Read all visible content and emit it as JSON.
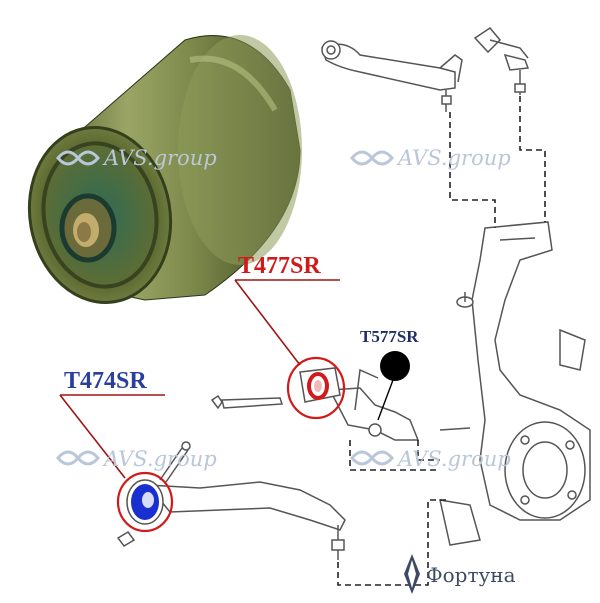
{
  "callouts": {
    "t477": {
      "text": "T477SR",
      "color": "#d11a1a"
    },
    "t474": {
      "text": "T474SR",
      "color": "#2a3f9e"
    },
    "t577": {
      "text": "T577SR",
      "color": "#1f2f66"
    }
  },
  "watermark": {
    "text": "AVS.group",
    "color": "#b9c7d8"
  },
  "logo": {
    "text": "Фортуна",
    "color": "#3d4a63"
  },
  "colors": {
    "bushing_body": "#7f8a52",
    "bushing_dark": "#3f4a22",
    "bushing_inner": "#1f6a5a",
    "line": "#555555",
    "highlight_red": "#d11a1a",
    "highlight_blue": "#1a2fd0"
  }
}
